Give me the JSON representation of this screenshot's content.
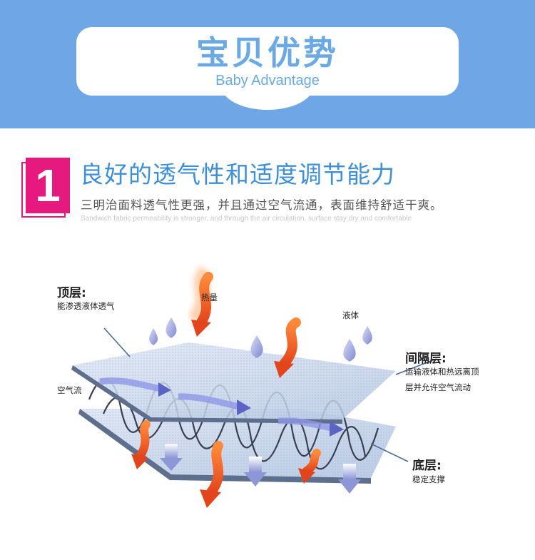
{
  "header": {
    "title": "宝贝优势",
    "subtitle": "Baby Advantage",
    "banner_color": "#6fa7e6",
    "title_color": "#6aa9e4"
  },
  "feature": {
    "number": "1",
    "number_bg": "#e6197f",
    "title": "良好的透气性和适度调节能力",
    "description": "三明治面料透气性更强，并且通过空气流通，表面维持舒适干爽。",
    "description_en": "Sandwich fabric permeability is stronger, and through the air circulation, surface stay dry and comfortable"
  },
  "diagram": {
    "top_layer": {
      "title": "顶层:",
      "desc": "能渗透液体透气"
    },
    "heat": "热量",
    "liquid": "液体",
    "airflow": "空气流",
    "spacer_layer": {
      "title": "间隔层:",
      "desc_line1": "运输液体和热远离顶",
      "desc_line2": "层并允许空气流动"
    },
    "bottom_layer": {
      "title": "底层:",
      "desc": "稳定支撑"
    },
    "icons": [
      "droplet-icon",
      "heat-arrow-icon",
      "down-arrow-icon",
      "airflow-arrow-icon"
    ],
    "colors": {
      "heat": "#ef6a2a",
      "liquid": "#8f97d8",
      "fabric": "#c9d9ee"
    }
  }
}
